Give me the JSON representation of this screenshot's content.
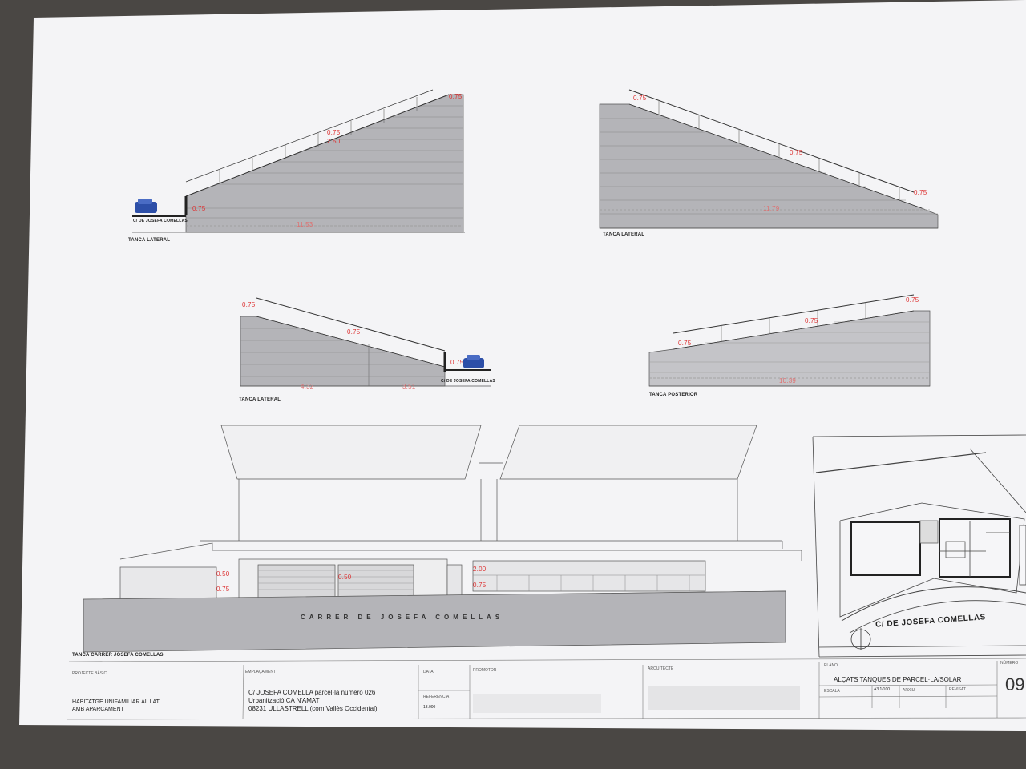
{
  "elevations": {
    "top_left": {
      "title": "TANCA LATERAL",
      "street": "C/ DE JOSEFA COMELLAS",
      "dimension": "11.53",
      "heights": [
        "0.75",
        "0.75",
        "2.50",
        "0.75"
      ]
    },
    "top_right": {
      "title": "TANCA LATERAL",
      "dimension": "11.79",
      "heights": [
        "0.75",
        "0.75",
        "0.75"
      ]
    },
    "mid_left": {
      "title": "TANCA LATERAL",
      "street": "C/ DE JOSEFA COMELLAS",
      "dimensions": [
        "4.32",
        "3.51"
      ],
      "heights": [
        "0.75",
        "0.75",
        "0.75"
      ]
    },
    "mid_right": {
      "title": "TANCA POSTERIOR",
      "dimension": "10.39",
      "heights": [
        "0.75",
        "0.75",
        "0.75"
      ]
    }
  },
  "front": {
    "title": "TANCA CARRER JOSEFA COMELLAS",
    "street": "CARRER DE JOSEFA COMELLAS",
    "heights": [
      "0.50",
      "0.75",
      "0.50",
      "2.00",
      "0.75"
    ]
  },
  "site_plan": {
    "street": "C/ DE JOSEFA COMELLAS"
  },
  "title_block": {
    "project_head": "PROJECTE BÀSIC",
    "project_text_1": "HABITATGE UNIFAMILIAR AÏLLAT",
    "project_text_2": "AMB APARCAMENT",
    "location_head": "EMPLAÇAMENT",
    "location_1": "C/ JOSEFA COMELLA parcel·la número 026",
    "location_2": "Urbanització CA N'AMAT",
    "location_3": "08231 ULLASTRELL (com.Vallès Occidental)",
    "date_head": "DATA",
    "reference_head": "REFERÈNCIA",
    "reference_value": "13.000",
    "promoter_head": "PROMOTOR",
    "architect_head": "ARQUITECTE",
    "plan_head": "PLÀNOL",
    "plan_title": "ALÇATS TANQUES DE PARCEL·LA/SOLAR",
    "scale_head": "ESCALA",
    "scale_value": "A3 1/100",
    "file_head": "ARXIU",
    "revised_head": "REVISAT",
    "number_head": "NÚMERO",
    "number_value": "09"
  }
}
